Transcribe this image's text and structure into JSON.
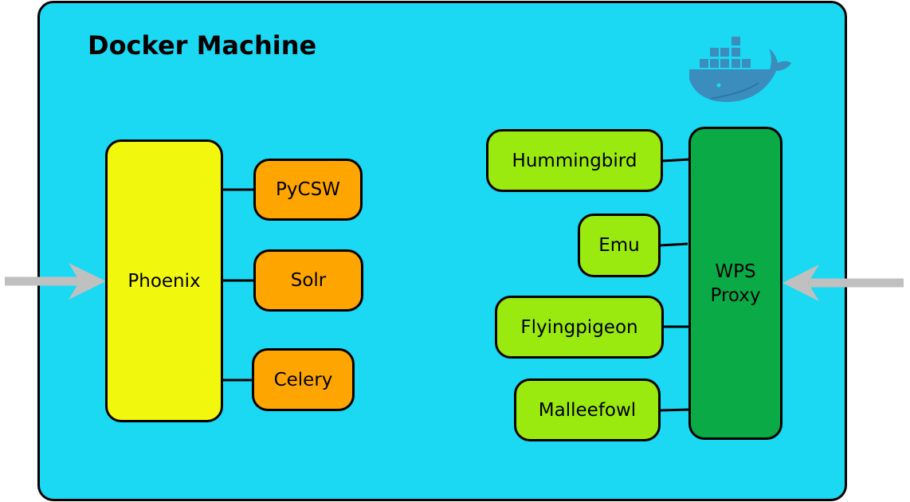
{
  "diagram": {
    "title": "Docker Machine",
    "nodes": {
      "phoenix": "Phoenix",
      "pycsw": "PyCSW",
      "solr": "Solr",
      "celery": "Celery",
      "hummingbird": "Hummingbird",
      "emu": "Emu",
      "flyingpigeon": "Flyingpigeon",
      "malleefowl": "Malleefowl",
      "wps_proxy": "WPS\nProxy"
    },
    "edges": [
      [
        "phoenix",
        "pycsw"
      ],
      [
        "phoenix",
        "solr"
      ],
      [
        "phoenix",
        "celery"
      ],
      [
        "hummingbird",
        "wps_proxy"
      ],
      [
        "emu",
        "wps_proxy"
      ],
      [
        "flyingpigeon",
        "wps_proxy"
      ],
      [
        "malleefowl",
        "wps_proxy"
      ]
    ],
    "inputs": [
      {
        "target": "phoenix",
        "from": "left"
      },
      {
        "target": "wps_proxy",
        "from": "right"
      }
    ],
    "logo": "docker-whale-icon",
    "colors": {
      "machine": "#1bd9f3",
      "phoenix": "#f2f70e",
      "service": "#ffa500",
      "wps_service": "#9aea10",
      "wps_proxy": "#0aab46",
      "arrow": "#c0c0c0",
      "logo": "#3a8dbd"
    }
  }
}
